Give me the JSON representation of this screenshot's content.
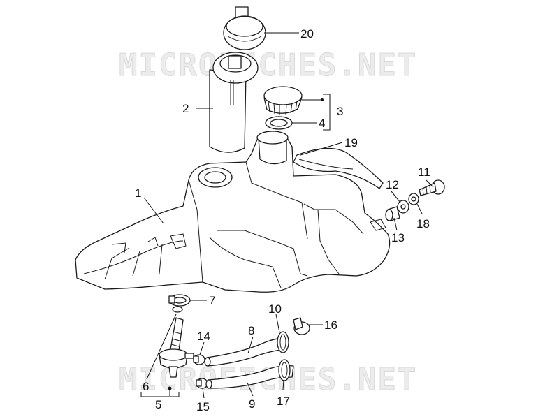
{
  "watermark": {
    "text": "MICROFICHES.NET"
  },
  "callouts": [
    {
      "id": "p1",
      "text": "1"
    },
    {
      "id": "p2",
      "text": "2"
    },
    {
      "id": "p3",
      "text": "3"
    },
    {
      "id": "p4",
      "text": "4"
    },
    {
      "id": "p5",
      "text": "5"
    },
    {
      "id": "p6",
      "text": "6"
    },
    {
      "id": "p7",
      "text": "7"
    },
    {
      "id": "p8",
      "text": "8"
    },
    {
      "id": "p9",
      "text": "9"
    },
    {
      "id": "p10",
      "text": "10"
    },
    {
      "id": "p11",
      "text": "11"
    },
    {
      "id": "p12",
      "text": "12"
    },
    {
      "id": "p13",
      "text": "13"
    },
    {
      "id": "p14",
      "text": "14"
    },
    {
      "id": "p15",
      "text": "15"
    },
    {
      "id": "p16",
      "text": "16"
    },
    {
      "id": "p17",
      "text": "17"
    },
    {
      "id": "p18",
      "text": "18"
    },
    {
      "id": "p19",
      "text": "19"
    },
    {
      "id": "p20",
      "text": "20"
    }
  ]
}
